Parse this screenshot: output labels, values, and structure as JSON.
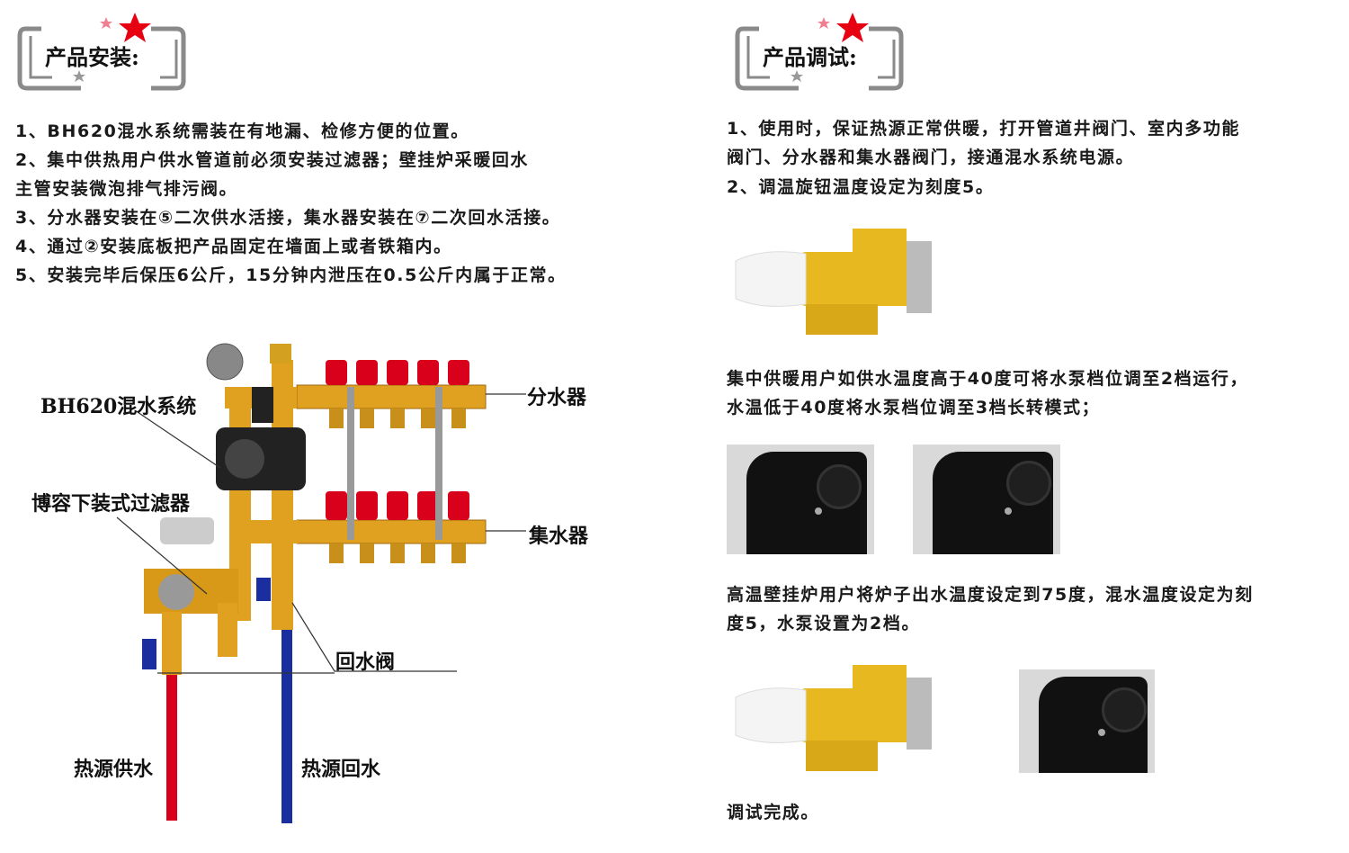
{
  "install": {
    "title": "产品安装:",
    "lines": [
      "1、BH620混水系统需装在有地漏、检修方便的位置。",
      "2、集中供热用户供水管道前必须安装过滤器；壁挂炉采暖回水",
      "主管安装微泡排气排污阀。",
      "3、分水器安装在⑤二次供水活接，集水器安装在⑦二次回水活接。",
      "4、通过②安装底板把产品固定在墙面上或者铁箱内。",
      "5、安装完毕后保压6公斤，15分钟内泄压在0.5公斤内属于正常。"
    ],
    "diagram": {
      "system": "BH620混水系统",
      "distributor": "分水器",
      "filter": "博容下装式过滤器",
      "collector": "集水器",
      "return_valve": "回水阀",
      "supply": "热源供水",
      "return": "热源回水"
    }
  },
  "debug": {
    "title": "产品调试:",
    "lines": [
      "1、使用时，保证热源正常供暖，打开管道井阀门、室内多功能",
      "阀门、分水器和集水器阀门，接通混水系统电源。",
      "2、调温旋钮温度设定为刻度5。"
    ],
    "note1": [
      "集中供暖用户如供水温度高于40度可将水泵档位调至2档运行，",
      "水温低于40度将水泵档位调至3档长转模式；"
    ],
    "note2": [
      "高温壁挂炉用户将炉子出水温度设定到75度，混水温度设定为刻",
      "度5，水泵设置为2档。"
    ],
    "done": "调试完成。"
  },
  "colors": {
    "brass": "#e0a020",
    "red": "#d9001b",
    "blue": "#1a2ea0",
    "frame": "#8a8a8a",
    "star": "#e60012"
  }
}
